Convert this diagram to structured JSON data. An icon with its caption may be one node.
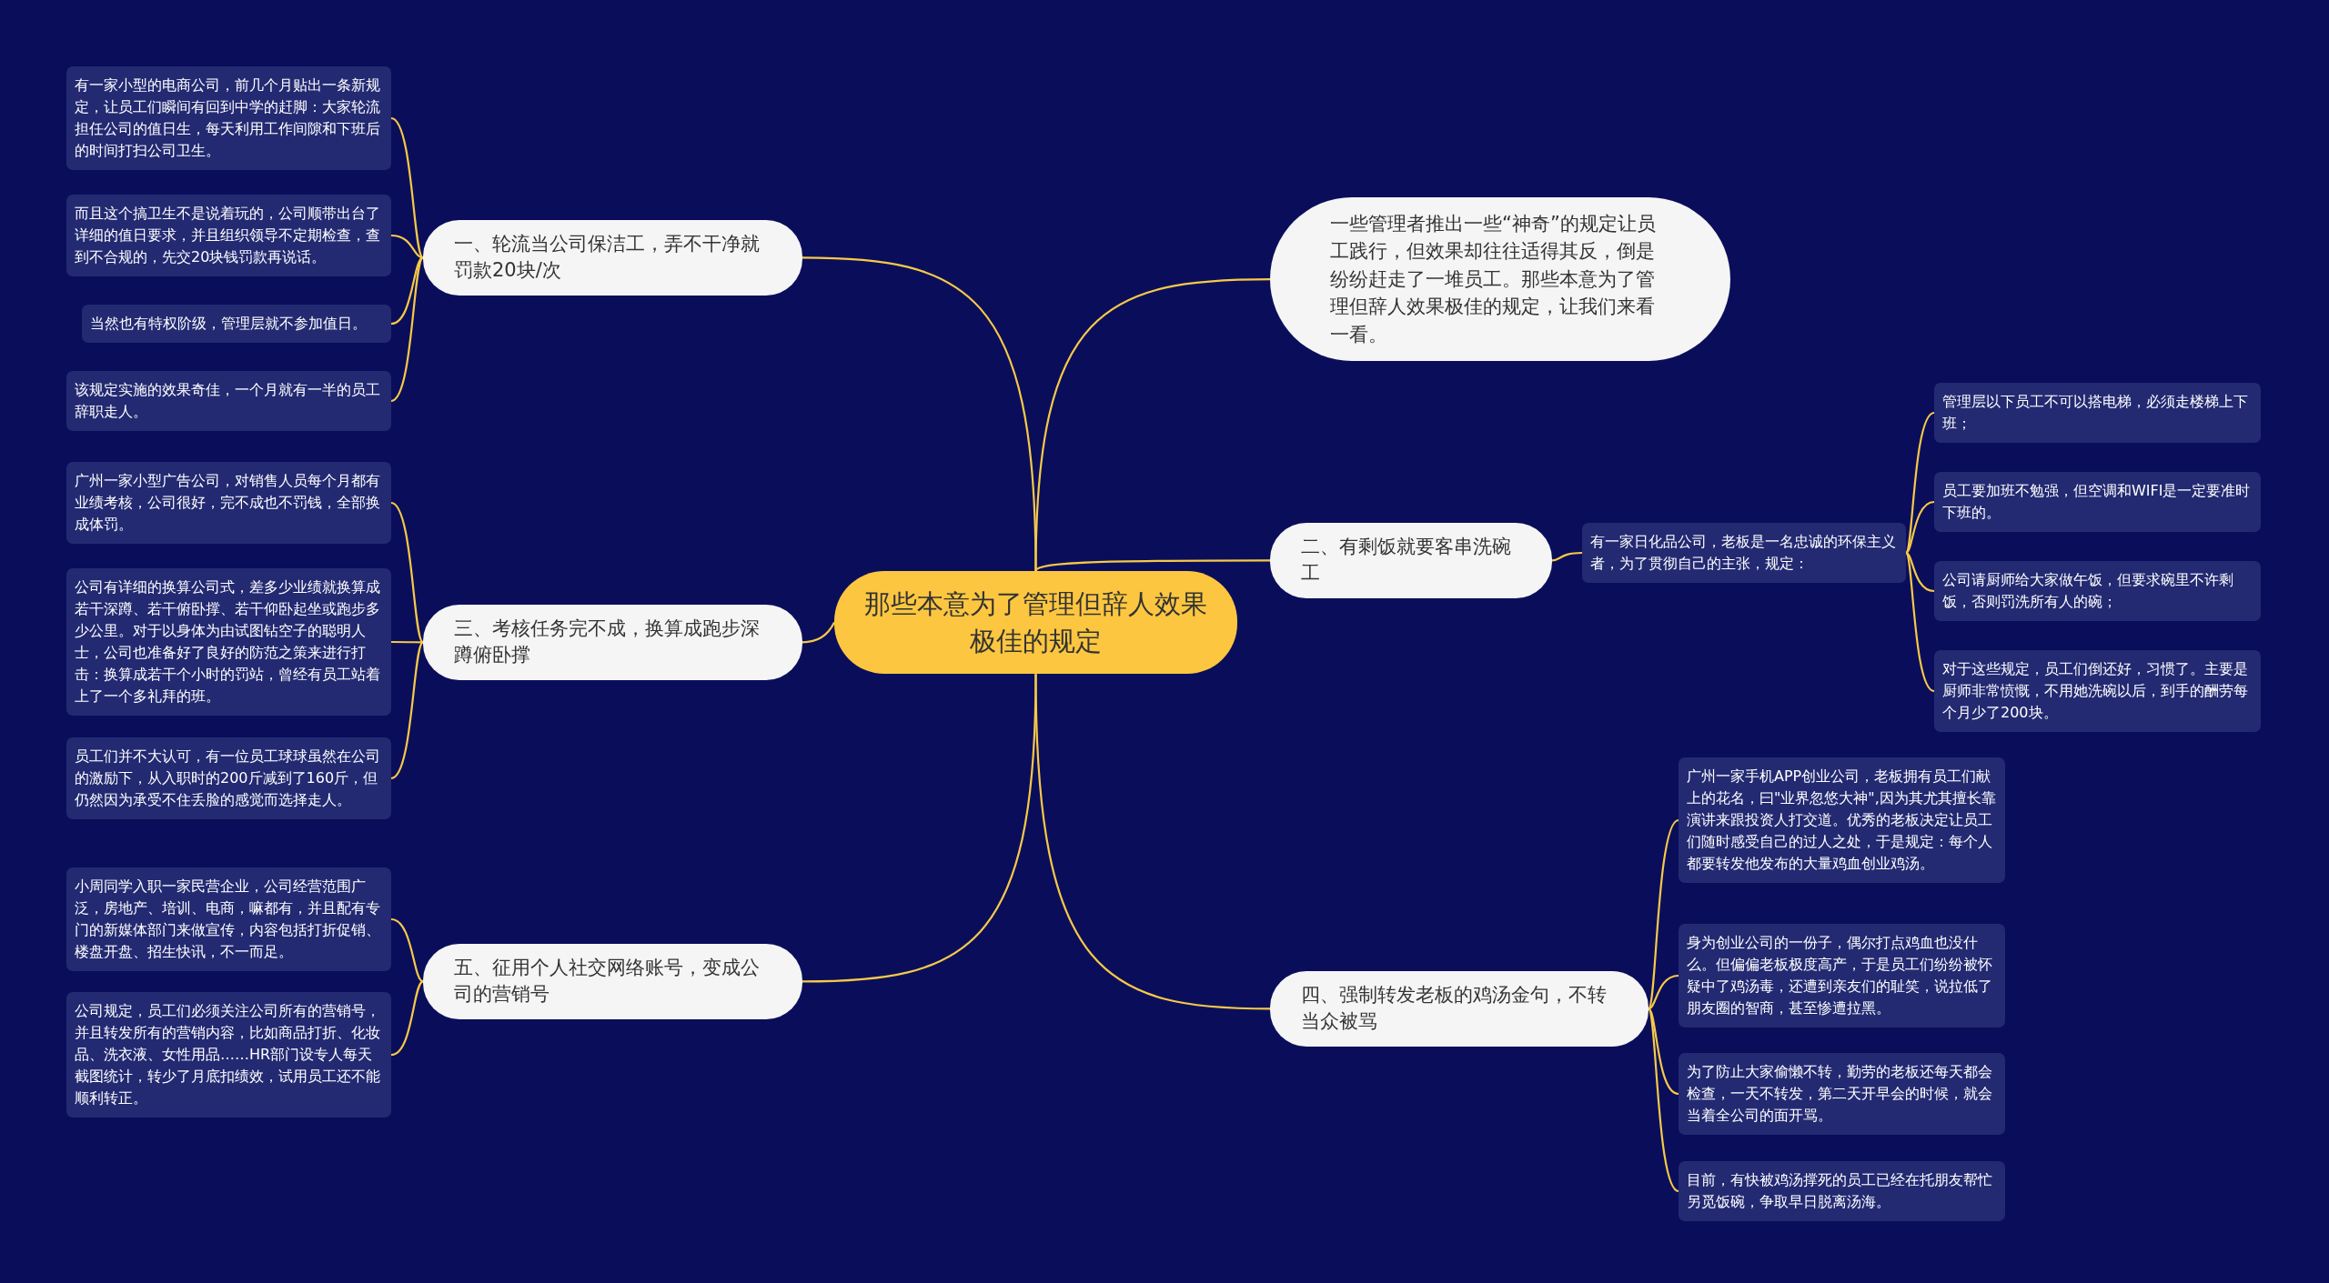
{
  "diagram": {
    "nodes": [
      {
        "text": [
          "那些本意为了管理但辞人效果极佳的规定"
        ]
      },
      {
        "text": [
          "一些管理者推出一些“神奇”的规定让员工践行，但效果却往往适得其反，倒是纷纷赶走了一堆员工。那些本意为了管理但辞人效果极佳的规定，让我们来看一看。"
        ]
      },
      {
        "text": [
          "一、轮流当公司保洁工，弄不干净就罚款20块/次"
        ]
      },
      {
        "text": [
          "有一家小型的电商公司，前几个月贴出一条新规定，让员工们瞬间有回到中学的赶脚：大家轮流担任公司的值日生，每天利用工作间隙和下班后的时间打扫公司卫生。"
        ]
      },
      {
        "text": [
          "而且这个搞卫生不是说着玩的，公司顺带出台了详细的值日要求，并且组织领导不定期检查，查到不合规的，先交20块钱罚款再说话。"
        ]
      },
      {
        "text": [
          "当然也有特权阶级，管理层就不参加值日。"
        ]
      },
      {
        "text": [
          "该规定实施的效果奇佳，一个月就有一半的员工辞职走人。"
        ]
      },
      {
        "text": [
          "二、有剩饭就要客串洗碗工"
        ]
      },
      {
        "text": [
          "有一家日化品公司，老板是一名忠诚的环保主义者，为了贯彻自己的主张，规定："
        ]
      },
      {
        "text": [
          "管理层以下员工不可以搭电梯，必须走楼梯上下班；"
        ]
      },
      {
        "text": [
          "员工要加班不勉强，但空调和WIFI是一定要准时下班的。"
        ]
      },
      {
        "text": [
          "公司请厨师给大家做午饭，但要求碗里不许剩饭，否则罚洗所有人的碗；"
        ]
      },
      {
        "text": [
          "对于这些规定，员工们倒还好，习惯了。主要是厨师非常愤慨，不用她洗碗以后，到手的酬劳每个月少了200块。"
        ]
      },
      {
        "text": [
          "三、考核任务完不成，换算成跑步深蹲俯卧撑"
        ]
      },
      {
        "text": [
          "广州一家小型广告公司，对销售人员每个月都有业绩考核，公司很好，完不成也不罚钱，全部换成体罚。"
        ]
      },
      {
        "text": [
          "公司有详细的换算公司式，差多少业绩就换算成若干深蹲、若干俯卧撑、若干仰卧起坐或跑步多少公里。对于以身体为由试图钻空子的聪明人士，公司也准备好了良好的防范之策来进行打击：换算成若干个小时的罚站，曾经有员工站着上了一个多礼拜的班。"
        ]
      },
      {
        "text": [
          "员工们并不大认可，有一位员工球球虽然在公司的激励下，从入职时的200斤减到了160斤，但仍然因为承受不住丢脸的感觉而选择走人。"
        ]
      },
      {
        "text": [
          "四、强制转发老板的鸡汤金句，不转当众被骂"
        ]
      },
      {
        "text": [
          "广州一家手机APP创业公司，老板拥有员工们献上的花名，曰\"业界忽悠大神\",因为其尤其擅长靠演讲来跟投资人打交道。优秀的老板决定让员工们随时感受自己的过人之处，于是规定：每个人都要转发他发布的大量鸡血创业鸡汤。"
        ]
      },
      {
        "text": [
          "身为创业公司的一份子，偶尔打点鸡血也没什么。但偏偏老板极度高产，于是员工们纷纷被怀疑中了鸡汤毒，还遭到亲友们的耻笑，说拉低了朋友圈的智商，甚至惨遭拉黑。"
        ]
      },
      {
        "text": [
          "为了防止大家偷懒不转，勤劳的老板还每天都会检查，一天不转发，第二天开早会的时候，就会当着全公司的面开骂。"
        ]
      },
      {
        "text": [
          "目前，有快被鸡汤撑死的员工已经在托朋友帮忙另觅饭碗，争取早日脱离汤海。"
        ]
      },
      {
        "text": [
          "五、征用个人社交网络账号，变成公司的营销号"
        ]
      },
      {
        "text": [
          "小周同学入职一家民营企业，公司经营范围广泛，房地产、培训、电商，嘛都有，并且配有专门的新媒体部门来做宣传，内容包括打折促销、楼盘开盘、招生快讯，不一而足。"
        ]
      },
      {
        "text": [
          "公司规定，员工们必须关注公司所有的营销号，并且转发所有的营销内容，比如商品打折、化妆品、洗衣液、女性用品……HR部门设专人每天截图统计，转少了月底扣绩效，试用员工还不能顺利转正。"
        ]
      }
    ],
    "edges": [
      {
        "from": 0,
        "to": 1,
        "arrow": "none"
      },
      {
        "from": 0,
        "to": 2,
        "arrow": "none"
      },
      {
        "from": 2,
        "to": 3,
        "arrow": "none"
      },
      {
        "from": 2,
        "to": 4,
        "arrow": "none"
      },
      {
        "from": 2,
        "to": 5,
        "arrow": "none"
      },
      {
        "from": 2,
        "to": 6,
        "arrow": "none"
      },
      {
        "from": 0,
        "to": 7,
        "arrow": "none"
      },
      {
        "from": 7,
        "to": 8,
        "arrow": "none"
      },
      {
        "from": 8,
        "to": 9,
        "arrow": "none"
      },
      {
        "from": 8,
        "to": 10,
        "arrow": "none"
      },
      {
        "from": 8,
        "to": 11,
        "arrow": "none"
      },
      {
        "from": 8,
        "to": 12,
        "arrow": "none"
      },
      {
        "from": 0,
        "to": 13,
        "arrow": "none"
      },
      {
        "from": 13,
        "to": 14,
        "arrow": "none"
      },
      {
        "from": 13,
        "to": 15,
        "arrow": "none"
      },
      {
        "from": 13,
        "to": 16,
        "arrow": "none"
      },
      {
        "from": 0,
        "to": 17,
        "arrow": "none"
      },
      {
        "from": 17,
        "to": 18,
        "arrow": "none"
      },
      {
        "from": 17,
        "to": 19,
        "arrow": "none"
      },
      {
        "from": 17,
        "to": 20,
        "arrow": "none"
      },
      {
        "from": 17,
        "to": 21,
        "arrow": "none"
      },
      {
        "from": 0,
        "to": 22,
        "arrow": "none"
      },
      {
        "from": 22,
        "to": 23,
        "arrow": "none"
      },
      {
        "from": 22,
        "to": 24,
        "arrow": "none"
      }
    ]
  }
}
